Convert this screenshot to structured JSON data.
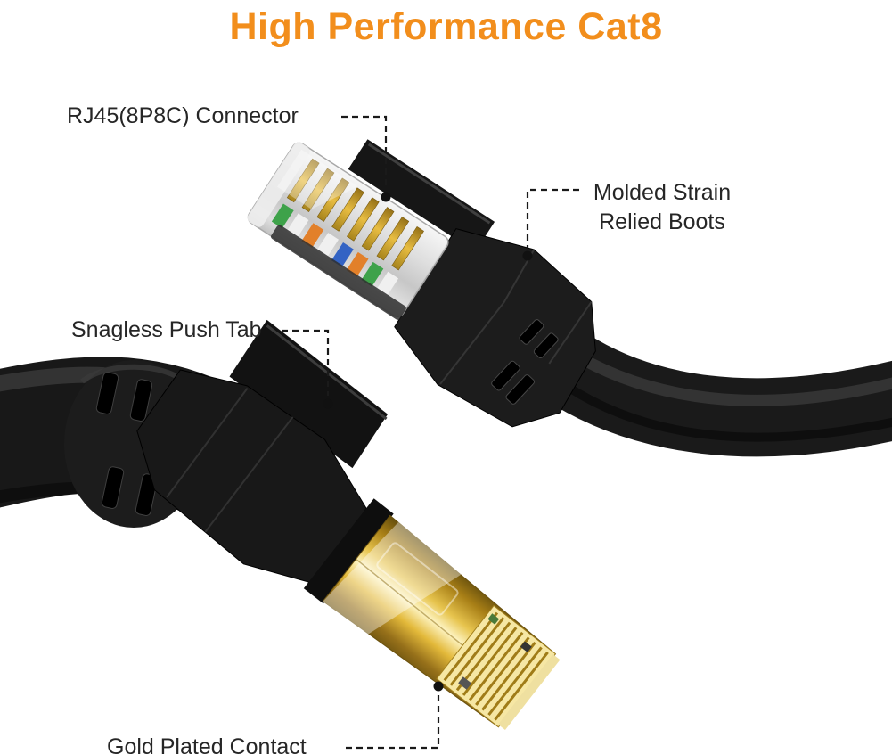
{
  "title": {
    "text": "High Performance Cat8",
    "color": "#F28E1C"
  },
  "annotations": {
    "rj45_connector": {
      "label": "RJ45(8P8C) Connector"
    },
    "strain_boots": {
      "line1": "Molded Strain",
      "line2": "Relied Boots"
    },
    "push_tab": {
      "label": "Snagless Push Tab"
    },
    "gold_contact": {
      "label": "Gold Plated Contact"
    }
  },
  "colors": {
    "title_orange": "#F28E1C",
    "label_text": "#262626",
    "cable_black": "#1A1A1A",
    "connector_gold": "#E3B83C",
    "callout_line": "#1A1A1A",
    "background": "#FFFFFF"
  },
  "graphics": {
    "parts": [
      "upper clear RJ45 connector with gold pins",
      "upper molded strain relief boot",
      "lower snagless push tab boot",
      "lower gold shielded connector with plated contacts",
      "black ethernet cables"
    ]
  }
}
